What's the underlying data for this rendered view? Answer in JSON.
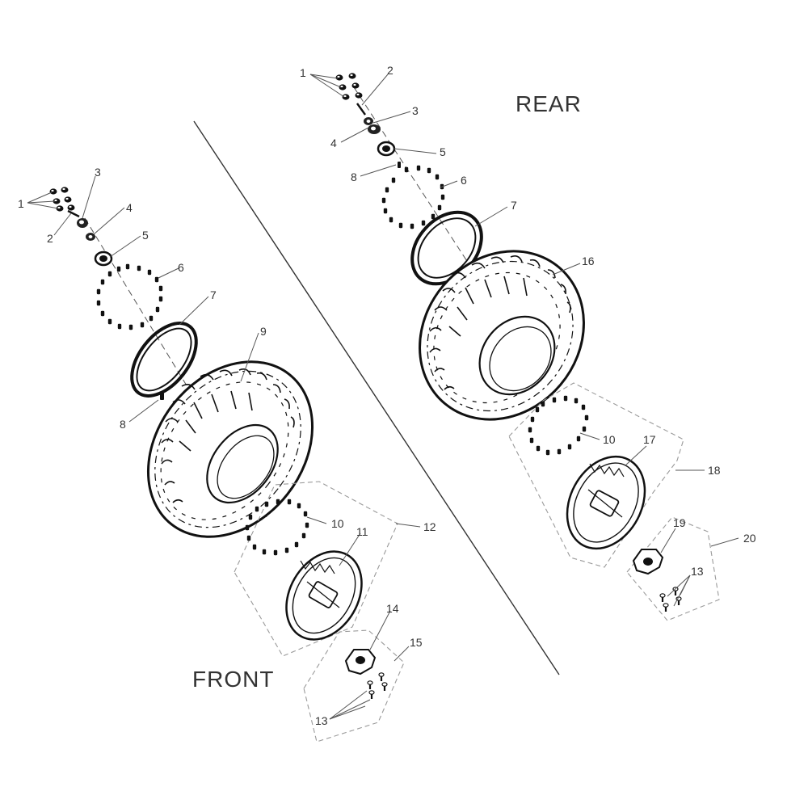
{
  "sections": {
    "rear": "REAR",
    "front": "FRONT"
  },
  "callouts": {
    "front": {
      "c1": "1",
      "c2": "2",
      "c3": "3",
      "c4": "4",
      "c5": "5",
      "c6": "6",
      "c7": "7",
      "c8": "8",
      "c9": "9",
      "c10": "10",
      "c11": "11",
      "c12": "12",
      "c13": "13",
      "c14": "14",
      "c15": "15"
    },
    "rear": {
      "c1": "1",
      "c2": "2",
      "c3": "3",
      "c4": "4",
      "c5": "5",
      "c6": "6",
      "c7": "7",
      "c8": "8",
      "c10": "10",
      "c13": "13",
      "c16": "16",
      "c17": "17",
      "c18": "18",
      "c19": "19",
      "c20": "20"
    }
  }
}
